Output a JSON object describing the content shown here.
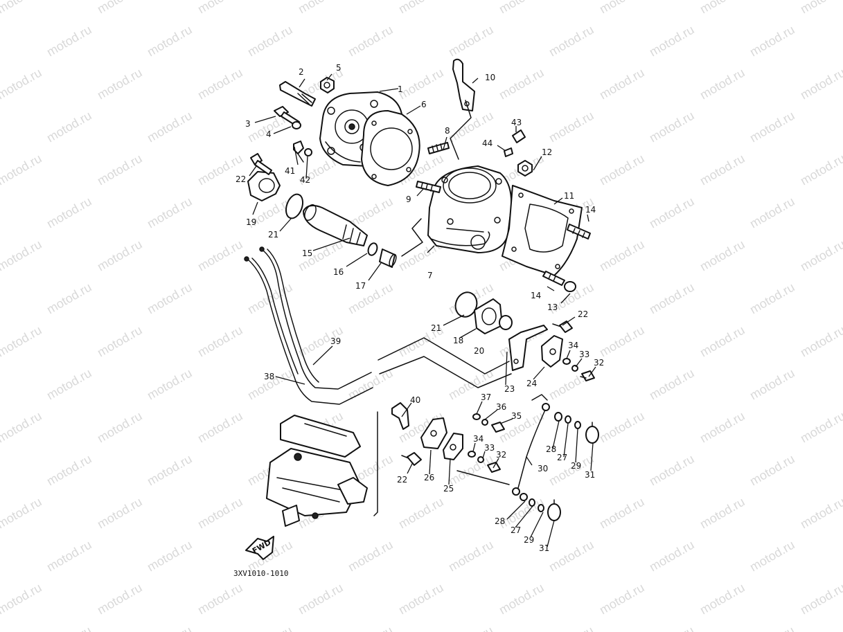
{
  "watermark": "motod.ru",
  "diagram_code": "3XV1010-1010",
  "fwd_label": "FWD",
  "callouts": {
    "n1": "1",
    "n2": "2",
    "n3": "3",
    "n4": "4",
    "n5": "5",
    "n6": "6",
    "n7": "7",
    "n8": "8",
    "n9": "9",
    "n10": "10",
    "n11": "11",
    "n12": "12",
    "n13": "13",
    "n14a": "14",
    "n14b": "14",
    "n15": "15",
    "n16": "16",
    "n17": "17",
    "n18": "18",
    "n19": "19",
    "n20": "20",
    "n21a": "21",
    "n21b": "21",
    "n22a": "22",
    "n22b": "22",
    "n22c": "22",
    "n23": "23",
    "n24": "24",
    "n25": "25",
    "n26": "26",
    "n27a": "27",
    "n27b": "27",
    "n28a": "28",
    "n28b": "28",
    "n29a": "29",
    "n29b": "29",
    "n30": "30",
    "n31a": "31",
    "n31b": "31",
    "n32a": "32",
    "n32b": "32",
    "n33a": "33",
    "n33b": "33",
    "n34a": "34",
    "n34b": "34",
    "n35": "35",
    "n36": "36",
    "n37": "37",
    "n38": "38",
    "n39": "39",
    "n40": "40",
    "n41": "41",
    "n42": "42",
    "n43": "43",
    "n44": "44"
  }
}
